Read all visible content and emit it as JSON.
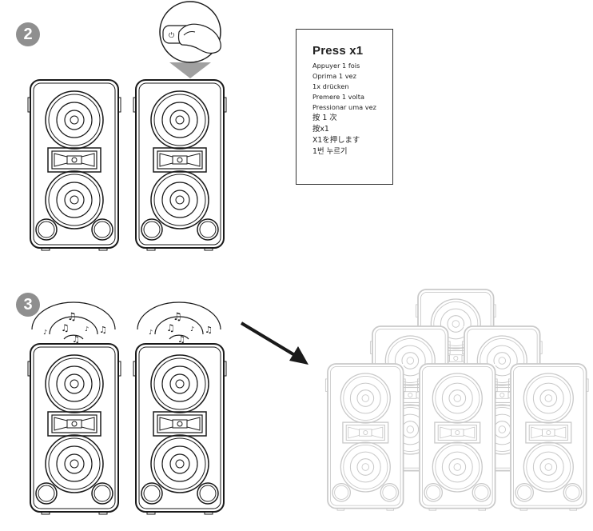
{
  "steps": {
    "step2": "2",
    "step3": "3"
  },
  "instruction": {
    "title": "Press x1",
    "lines": [
      "Appuyer 1 fois",
      "Oprima 1 vez",
      "1x drücken",
      "Premere 1 volta",
      "Pressionar uma vez",
      "按 1 次",
      "按x1",
      "X1を押します",
      "1번 누르기"
    ]
  },
  "icons": {
    "music_note": "♫",
    "music_note_small": "♪"
  },
  "colors": {
    "line": "#1a1a1a",
    "badge": "#8f8f8f",
    "faded_speaker": "#c9c9c9",
    "callout": "#a0a0a0"
  }
}
